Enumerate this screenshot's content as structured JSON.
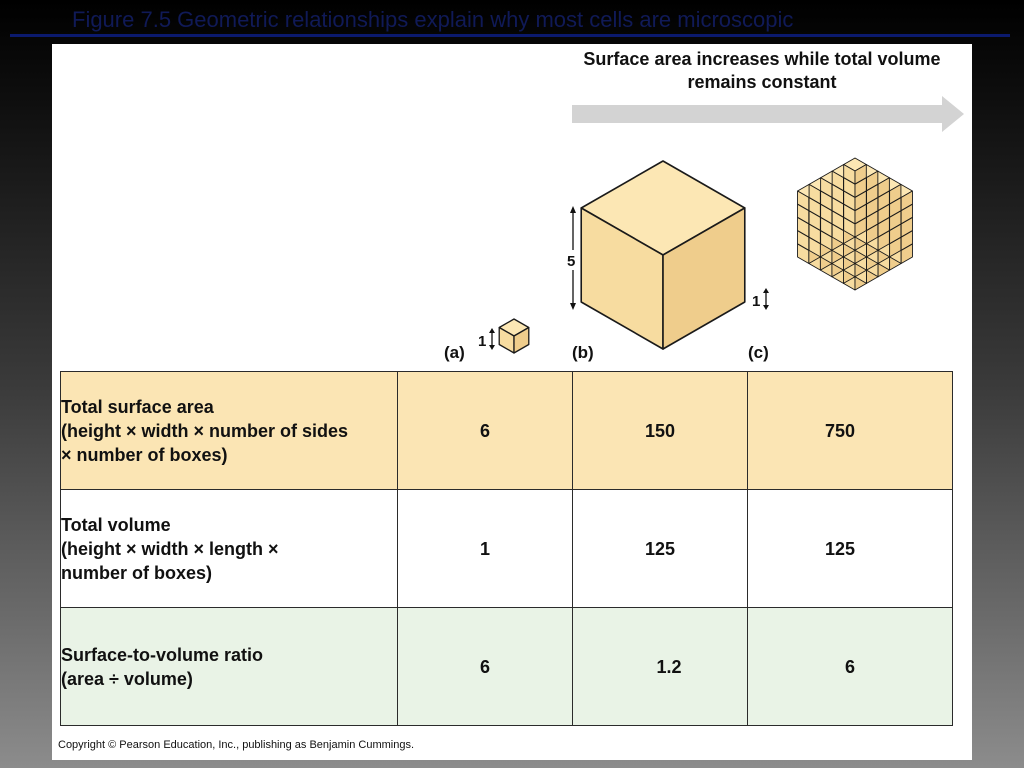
{
  "slide_title": "Figure 7.5 Geometric relationships explain why most cells are microscopic",
  "headline": "Surface area increases while total volume remains constant",
  "colors": {
    "cube_face_light": "#fce7b4",
    "cube_face_mid": "#f7dca0",
    "cube_face_dark": "#efcd8c",
    "row_surface": "#fbe5b4",
    "row_volume": "#ffffff",
    "row_ratio": "#e9f3e6",
    "arrow": "#d3d3d3"
  },
  "figure": {
    "panels": [
      {
        "label": "(a)",
        "edge_label": "1"
      },
      {
        "label": "(b)",
        "edge_label": "5"
      },
      {
        "label": "(c)",
        "edge_label": "1"
      }
    ]
  },
  "table": {
    "rows": [
      {
        "title": "Total surface area",
        "formula": "(height  × width × number of sides × number of boxes)",
        "values": [
          "6",
          "150",
          "750"
        ]
      },
      {
        "title": "Total volume",
        "formula": "(height × width × length × number of boxes)",
        "values": [
          "1",
          "125",
          "125"
        ]
      },
      {
        "title": "Surface-to-volume ratio",
        "formula": "(area ÷ volume)",
        "values": [
          "6",
          "1.2",
          "6"
        ]
      }
    ]
  },
  "copyright": "Copyright © Pearson Education, Inc., publishing as Benjamin Cummings."
}
